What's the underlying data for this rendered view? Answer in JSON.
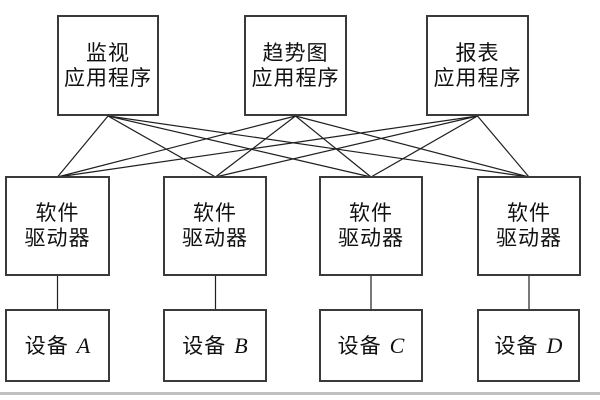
{
  "diagram": {
    "title_hint": "application-driver-device architecture diagram",
    "top_nodes": [
      {
        "line1": "监视",
        "line2": "应用程序"
      },
      {
        "line1": "趋势图",
        "line2": "应用程序"
      },
      {
        "line1": "报表",
        "line2": "应用程序"
      }
    ],
    "driver_nodes": [
      {
        "line1": "软件",
        "line2": "驱动器"
      },
      {
        "line1": "软件",
        "line2": "驱动器"
      },
      {
        "line1": "软件",
        "line2": "驱动器"
      },
      {
        "line1": "软件",
        "line2": "驱动器"
      }
    ],
    "device_nodes": [
      {
        "prefix": "设备",
        "letter": "A"
      },
      {
        "prefix": "设备",
        "letter": "B"
      },
      {
        "prefix": "设备",
        "letter": "C"
      },
      {
        "prefix": "设备",
        "letter": "D"
      }
    ],
    "connections": {
      "app_to_driver": "every application connects to every driver (12 lines)",
      "driver_to_device": "each driver connects straight down to one device (4 lines)"
    },
    "colors": {
      "background": "#ffffff",
      "box_border": "#3a3a3a",
      "line": "#1f1f1f",
      "text": "#111111"
    }
  }
}
